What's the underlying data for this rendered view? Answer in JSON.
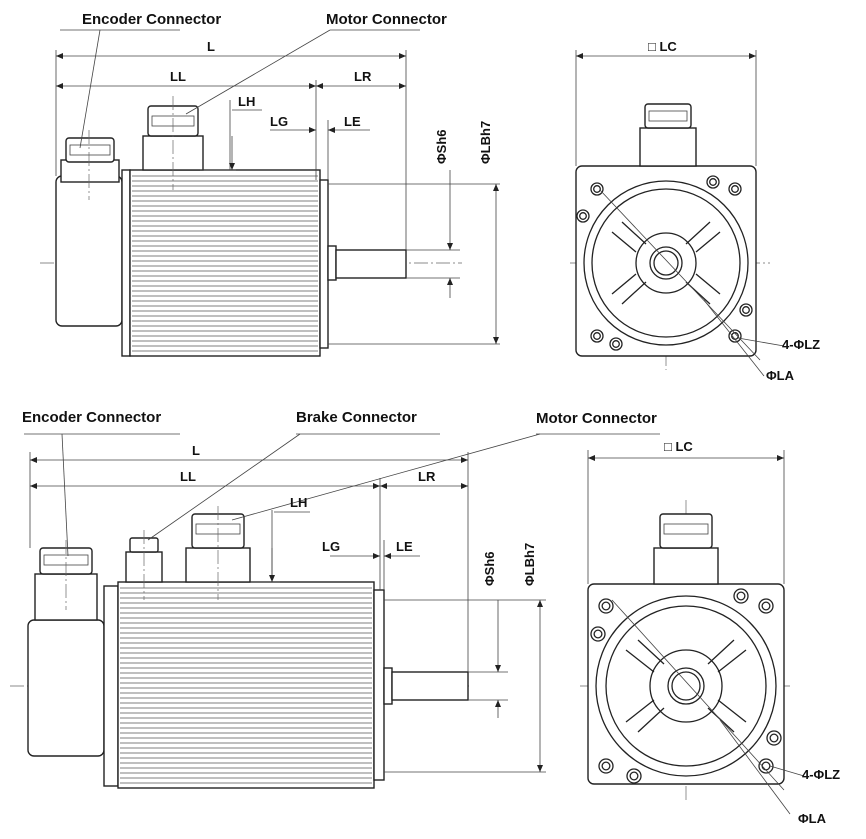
{
  "top": {
    "labels": {
      "encoder_connector": "Encoder Connector",
      "motor_connector": "Motor Connector"
    },
    "dims": {
      "L": "L",
      "LL": "LL",
      "LR": "LR",
      "LH": "LH",
      "LG": "LG",
      "LE": "LE",
      "shaft": "ΦSh6",
      "flange": "ΦLBh7"
    },
    "front": {
      "LC": "□ LC",
      "LZ": "4-ΦLZ",
      "LA": "ΦLA"
    }
  },
  "bottom": {
    "labels": {
      "encoder_connector": "Encoder Connector",
      "brake_connector": "Brake Connector",
      "motor_connector": "Motor Connector"
    },
    "dims": {
      "L": "L",
      "LL": "LL",
      "LR": "LR",
      "LH": "LH",
      "LG": "LG",
      "LE": "LE",
      "shaft": "ΦSh6",
      "flange": "ΦLBh7"
    },
    "front": {
      "LC": "□ LC",
      "LZ": "4-ΦLZ",
      "LA": "ΦLA"
    }
  }
}
